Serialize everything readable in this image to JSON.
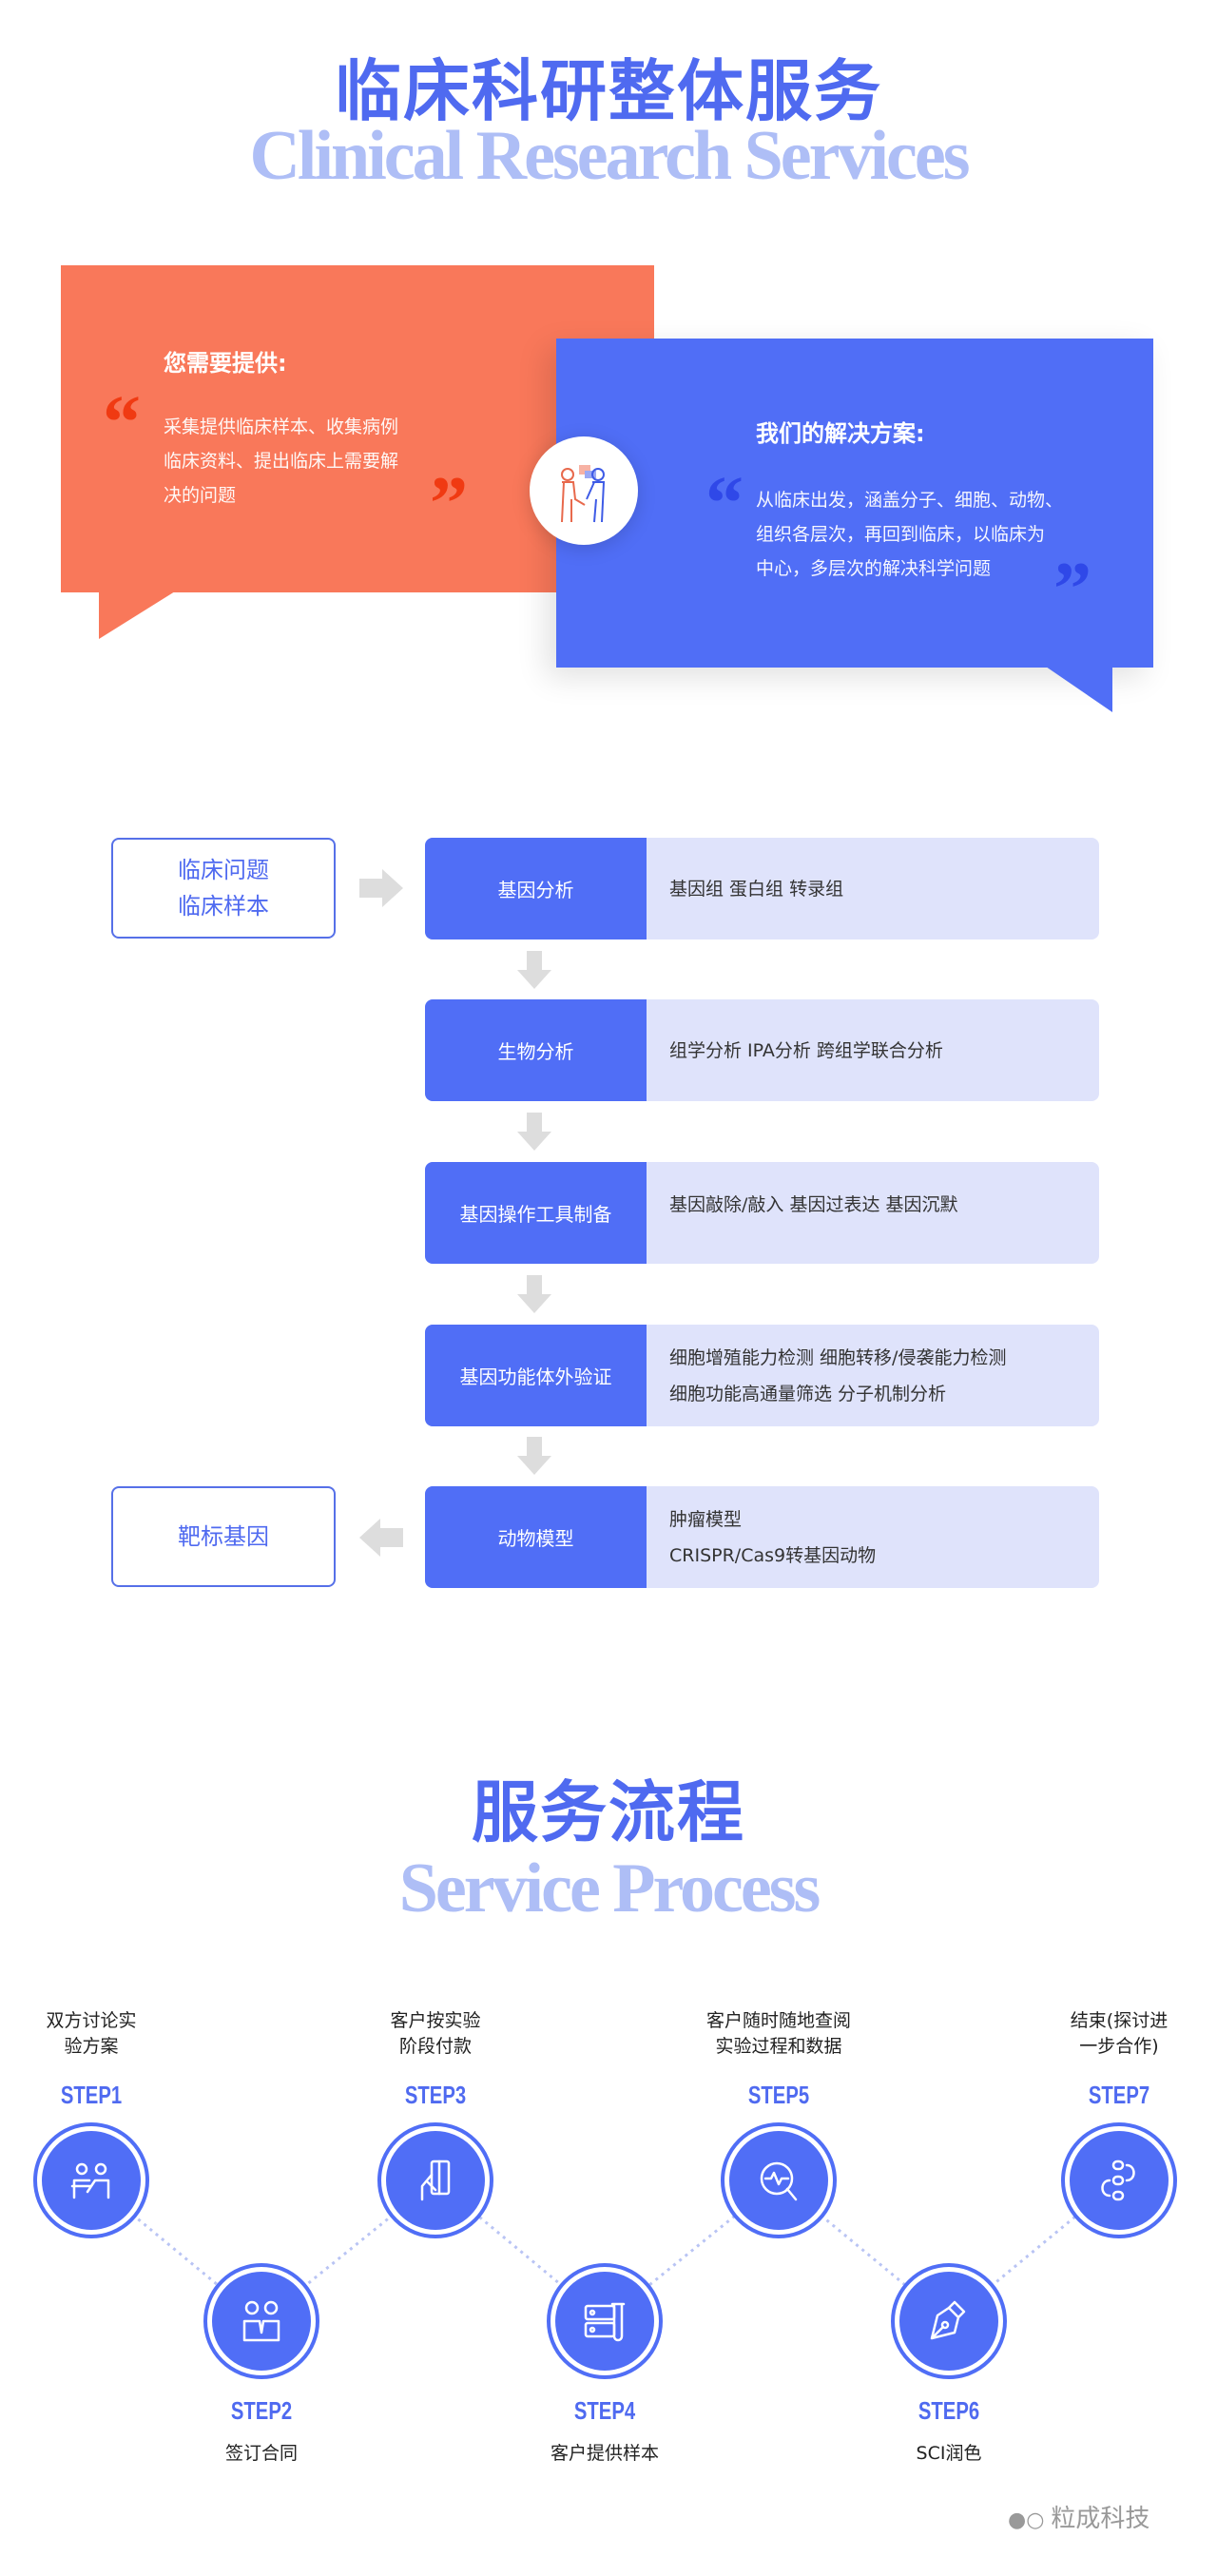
{
  "section1": {
    "title_cn": "临床科研整体服务",
    "title_en": "Clinical Research Services"
  },
  "you_provide": {
    "title": "您需要提供:",
    "lines": [
      "采集提供临床样本、收集病例",
      "临床资料、提出临床上需要解",
      "决的问题"
    ]
  },
  "our_solution": {
    "title": "我们的解决方案:",
    "lines": [
      "从临床出发，涵盖分子、细胞、动物、",
      "组织各层次，再回到临床，以临床为",
      "中心，多层次的解决科学问题"
    ]
  },
  "flow": {
    "input": [
      "临床问题",
      "临床样本"
    ],
    "output": "靶标基因",
    "rows": [
      {
        "label": "基因分析",
        "details": [
          "基因组 蛋白组 转录组"
        ]
      },
      {
        "label": "生物分析",
        "details": [
          "组学分析 IPA分析 跨组学联合分析"
        ]
      },
      {
        "label": "基因操作工具制备",
        "details": [
          "基因敲除/敲入  基因过表达  基因沉默"
        ]
      },
      {
        "label": "基因功能体外验证",
        "details": [
          "细胞增殖能力检测  细胞转移/侵袭能力检测",
          "细胞功能高通量筛选  分子机制分析"
        ]
      },
      {
        "label": "动物模型",
        "details": [
          "肿瘤模型",
          "CRISPR/Cas9转基因动物"
        ]
      }
    ]
  },
  "section2": {
    "title_cn": "服务流程",
    "title_en": "Service Process"
  },
  "steps": [
    {
      "step": "STEP1",
      "desc": [
        "双方讨论实",
        "验方案"
      ],
      "icon": "discussion-icon"
    },
    {
      "step": "STEP2",
      "desc": [
        "签订合同"
      ],
      "icon": "partners-icon"
    },
    {
      "step": "STEP3",
      "desc": [
        "客户按实验",
        "阶段付款"
      ],
      "icon": "payment-card-icon"
    },
    {
      "step": "STEP4",
      "desc": [
        "客户提供样本"
      ],
      "icon": "sample-tube-icon"
    },
    {
      "step": "STEP5",
      "desc": [
        "客户随时随地查阅",
        "实验过程和数据"
      ],
      "icon": "search-pulse-icon"
    },
    {
      "step": "STEP6",
      "desc": [
        "SCI润色"
      ],
      "icon": "pen-nib-icon"
    },
    {
      "step": "STEP7",
      "desc": [
        "结束(探讨进",
        "一步合作)"
      ],
      "icon": "workflow-loop-icon"
    }
  ],
  "watermark": "粒成科技",
  "colors": {
    "primary": "#506ef6",
    "orange": "#f9785a",
    "light": "#dfe3fb",
    "en_title": "#aebef6"
  }
}
